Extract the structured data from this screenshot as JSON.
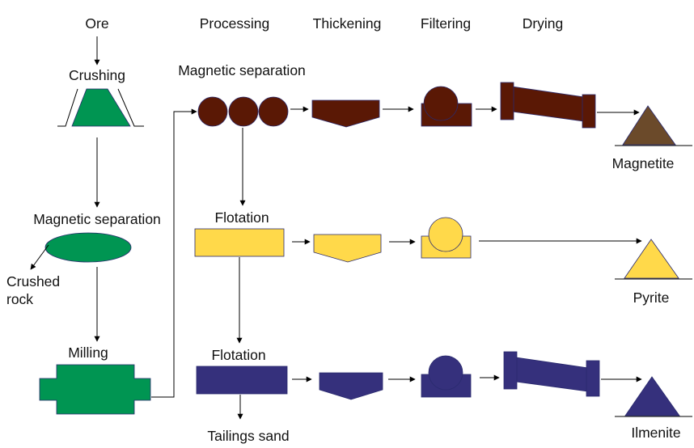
{
  "headers": {
    "ore": "Ore",
    "processing": "Processing",
    "thickening": "Thickening",
    "filtering": "Filtering",
    "drying": "Drying"
  },
  "labels": {
    "crushing": "Crushing",
    "magnetic_separation_1": "Magnetic separation",
    "crushed_rock_line1": "Crushed",
    "crushed_rock_line2": "rock",
    "milling": "Milling",
    "magnetic_separation_2": "Magnetic separation",
    "flotation_1": "Flotation",
    "flotation_2": "Flotation",
    "tailings_sand": "Tailings sand"
  },
  "products": {
    "magnetite": "Magnetite",
    "pyrite": "Pyrite",
    "ilmenite": "Ilmenite"
  },
  "colors": {
    "green": "#009552",
    "brown": "#5a1805",
    "yellow": "#ffd94a",
    "navy": "#35307c",
    "outline": "#2a2a6e",
    "line": "#000000"
  },
  "icons": {
    "crusher": "trapezoid-crusher-icon",
    "separator": "ellipse-separator-icon",
    "mill": "cross-mill-icon",
    "drum_separator": "three-drum-magnetic-separator-icon",
    "flotation_cell": "rectangle-flotation-cell-icon",
    "thickener": "pentagon-thickener-icon",
    "filter": "drum-filter-icon",
    "dryer": "rotary-dryer-icon",
    "stockpile": "triangle-stockpile-icon"
  }
}
